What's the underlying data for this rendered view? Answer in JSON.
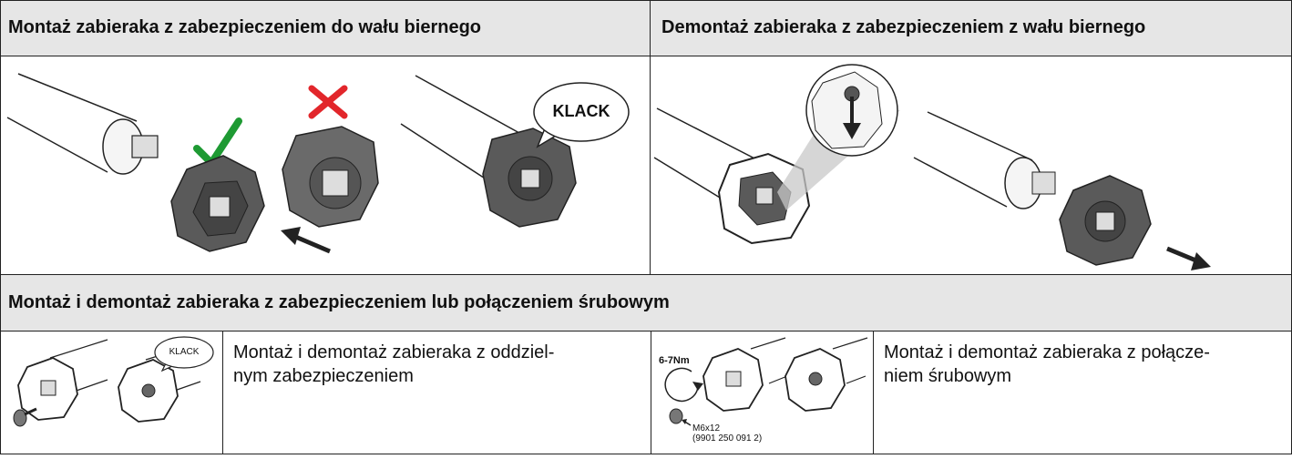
{
  "sections": {
    "mount": {
      "title": "Montaż zabieraka z zabezpieczeniem do wału biernego",
      "bubble": "KLACK"
    },
    "dismount": {
      "title": "Demontaż zabieraka z zabezpieczeniem z wału biernego"
    },
    "both": {
      "title": "Montaż i demontaż zabieraka z zabezpieczeniem lub połączeniem śrubowym",
      "separate_text_1": "Montaż i demontaż zabieraka z oddziel-",
      "separate_text_2": "nym zabezpieczeniem",
      "separate_bubble": "KLACK",
      "screw_text_1": "Montaż i demontaż zabieraka z połącze-",
      "screw_text_2": "niem śrubowym",
      "torque": "6-7Nm",
      "screw_size": "M6x12",
      "screw_part": "(9901 250 091 2)"
    }
  },
  "colors": {
    "check": "#1e9a33",
    "cross": "#e2262b",
    "header_bg": "#e6e6e6",
    "part": "#5a5a5a"
  }
}
